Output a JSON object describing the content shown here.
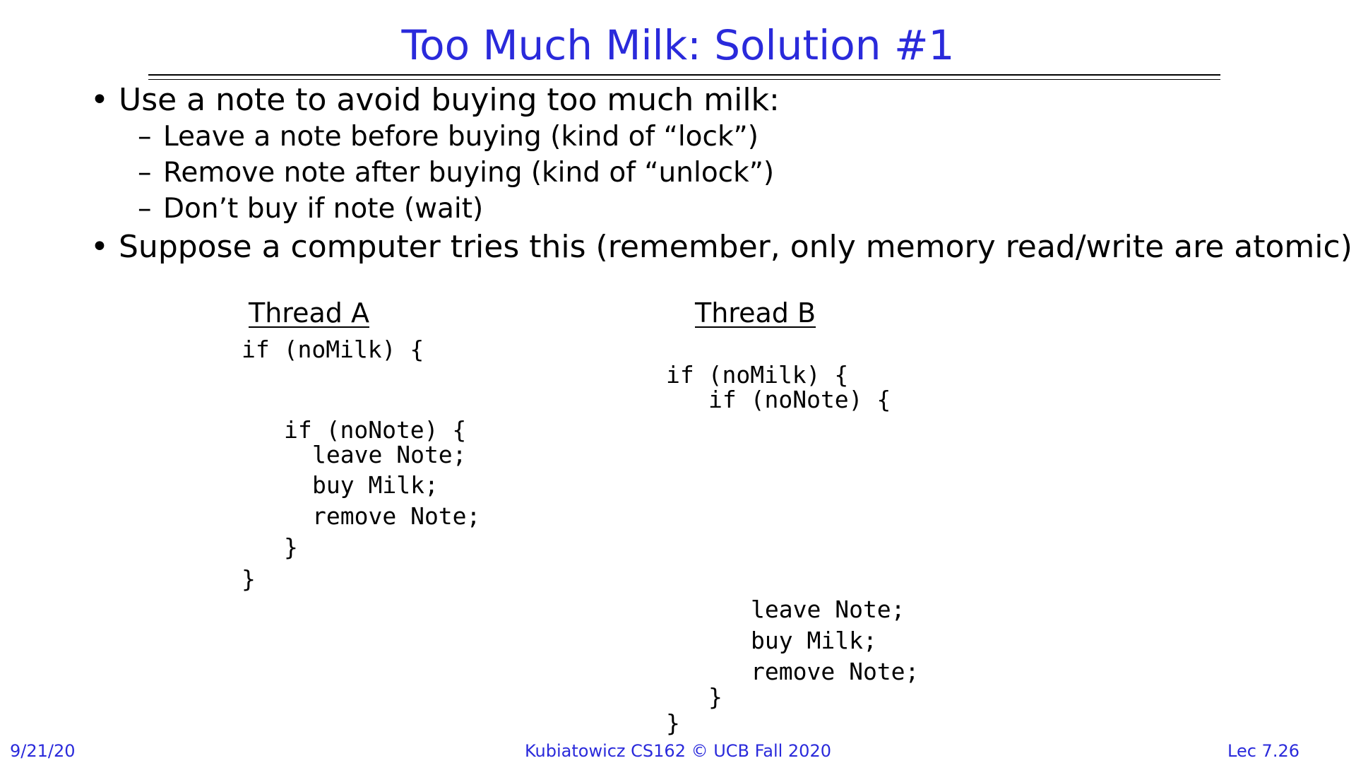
{
  "slide": {
    "title": "Too Much Milk: Solution #1",
    "bullets": [
      {
        "text": "Use a note to avoid buying too much milk:",
        "subs": [
          "Leave a note before buying (kind of “lock”)",
          "Remove note after buying (kind of “unlock”)",
          "Don’t buy if note (wait)"
        ]
      },
      {
        "text": "Suppose a computer tries this (remember, only memory read/write are atomic):"
      }
    ],
    "bullet_symbol": "•",
    "sub_symbol": "–"
  },
  "thread_a": {
    "heading": "Thread A",
    "lines": [
      "if (noMilk) {",
      "if (noNote) {",
      "leave Note;",
      "buy Milk;",
      "remove Note;",
      "}",
      "}"
    ]
  },
  "thread_b": {
    "heading": "Thread B",
    "lines": [
      "if (noMilk) {",
      "if (noNote) {",
      "leave Note;",
      "buy Milk;",
      "remove Note;",
      "}",
      "}"
    ]
  },
  "footer": {
    "date": "9/21/20",
    "course": "Kubiatowicz CS162 © UCB Fall 2020",
    "lecture": "Lec 7.26"
  }
}
